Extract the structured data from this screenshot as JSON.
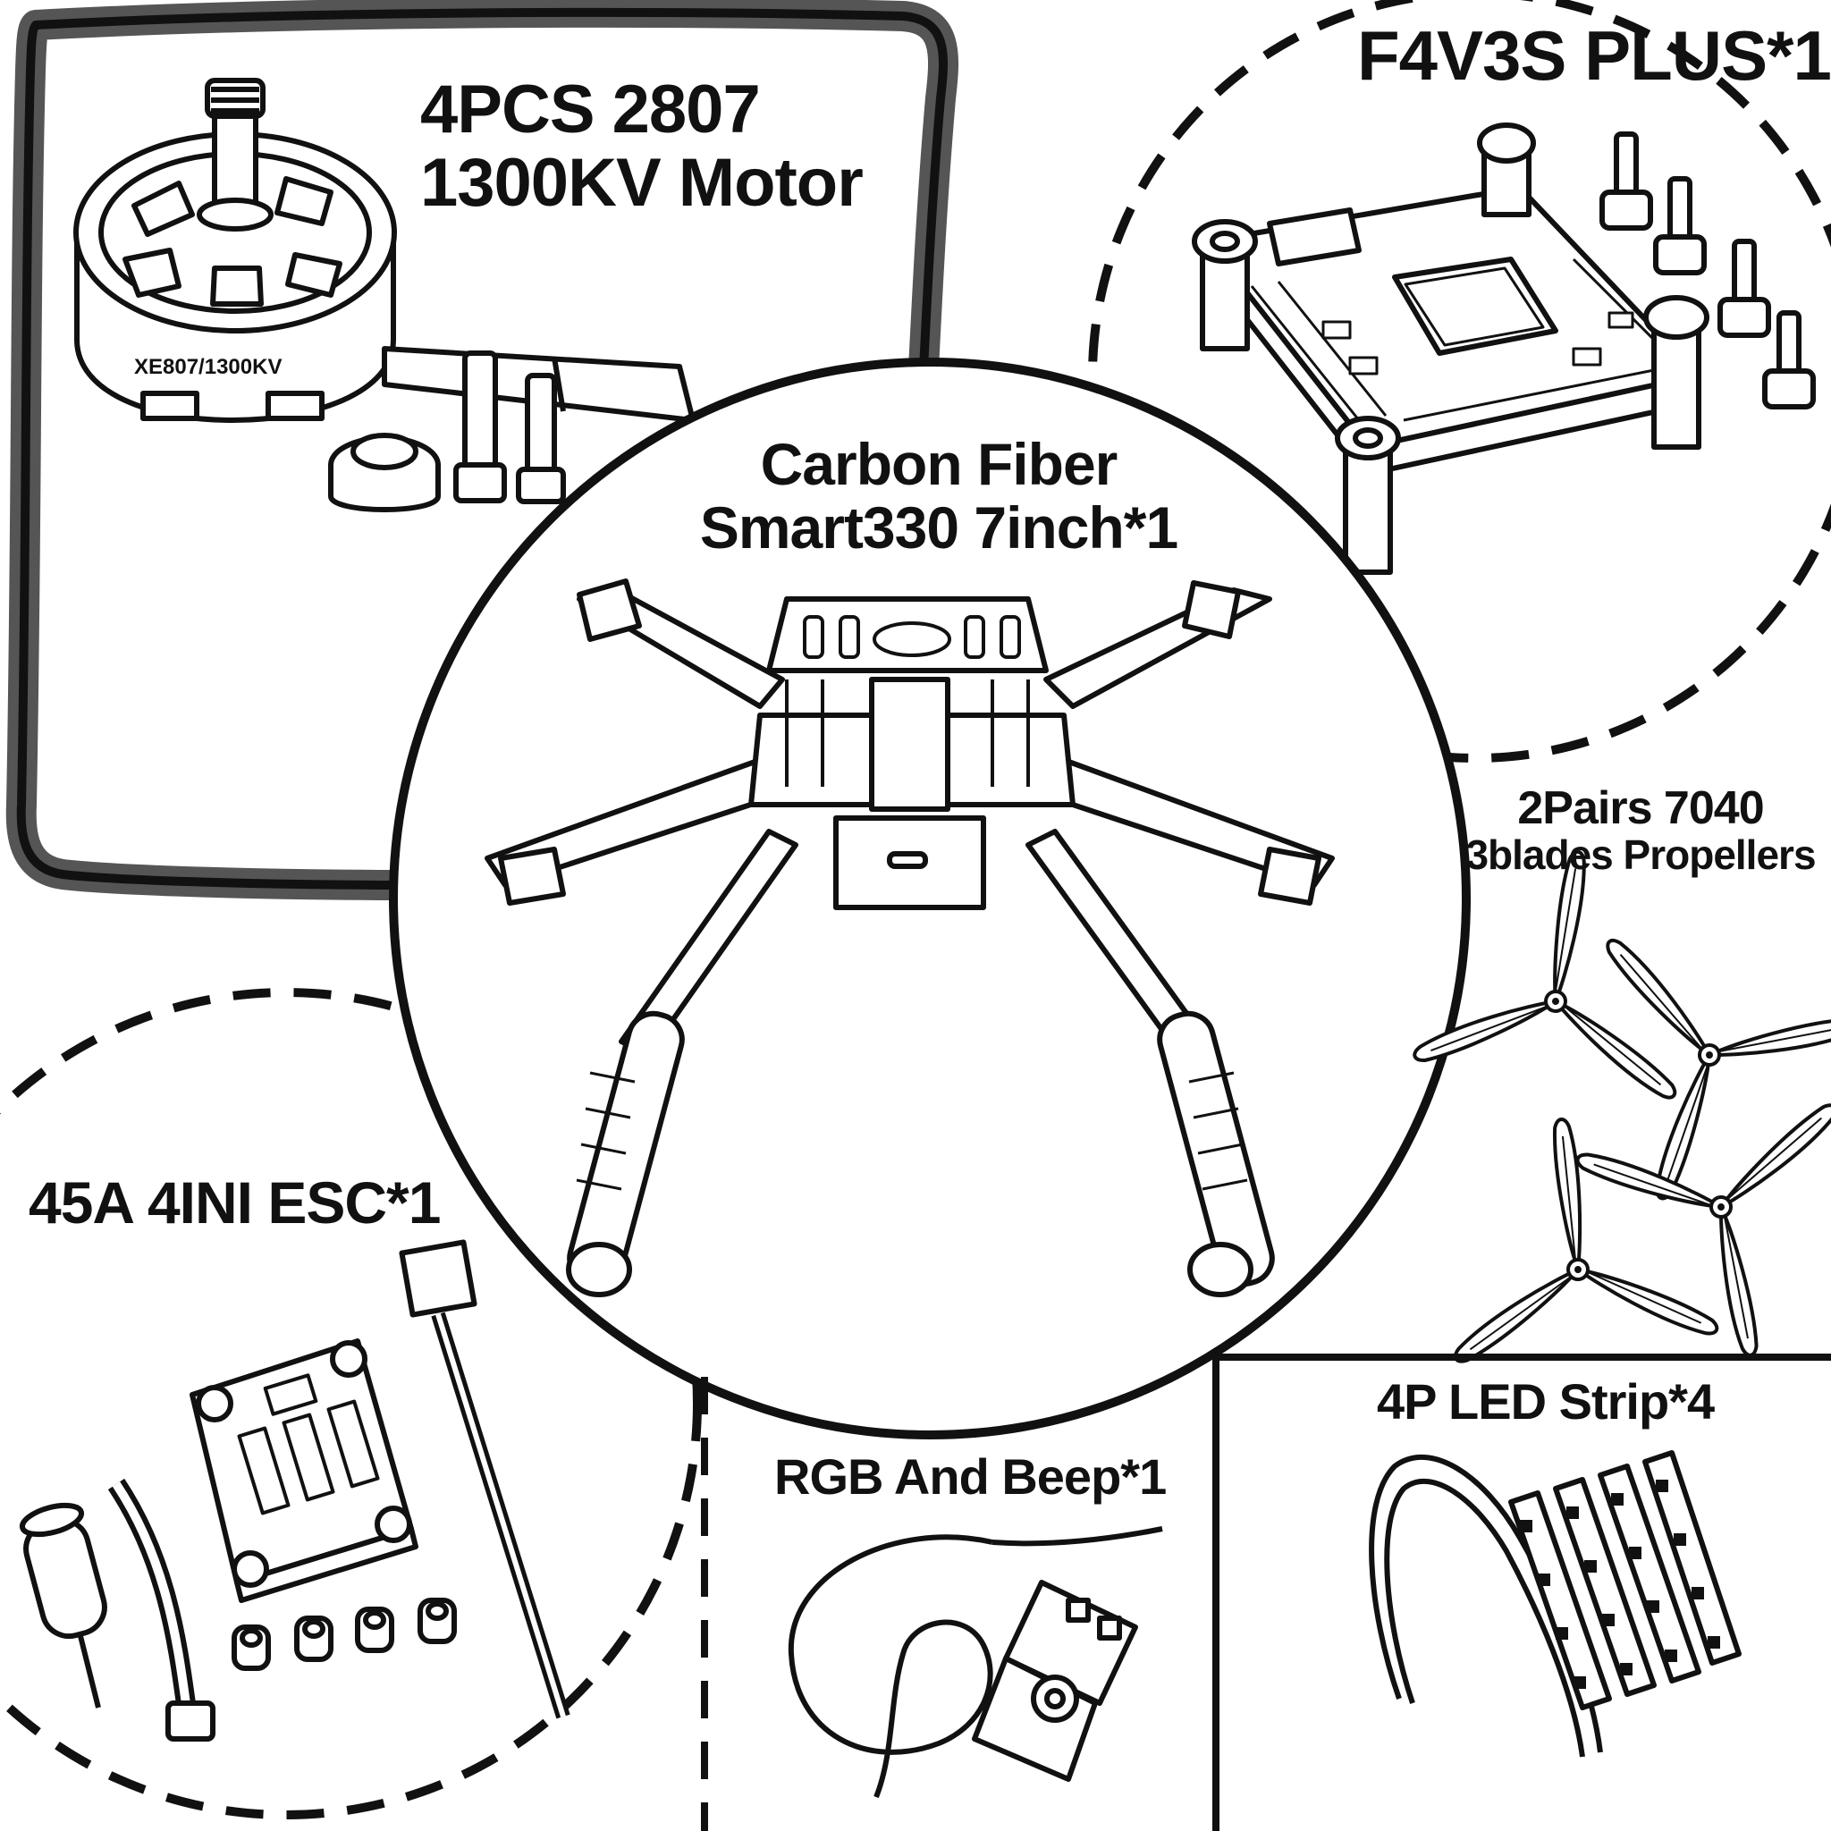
{
  "colors": {
    "ink": "#111111",
    "paper": "#ffffff",
    "frame_shadow": "#555555"
  },
  "panels": {
    "motor": {
      "title_line1": "4PCS 2807",
      "title_line2": "1300KV Motor",
      "icon": "brushless-motor-icon"
    },
    "flight_controller": {
      "title": "F4V3S PLUS*1",
      "icon": "flight-controller-board-icon"
    },
    "frame": {
      "title_line1": "Carbon Fiber",
      "title_line2": "Smart330 7inch*1",
      "icon": "quadcopter-frame-icon"
    },
    "propellers": {
      "title_line1": "2Pairs 7040",
      "title_line2": "3blades Propellers",
      "icon": "three-blade-propeller-icon"
    },
    "esc": {
      "title": "45A 4INI ESC*1",
      "icon": "esc-board-icon"
    },
    "rgb_beep": {
      "title": "RGB And Beep*1",
      "icon": "rgb-buzzer-module-icon"
    },
    "led_strip": {
      "title": "4P LED Strip*4",
      "icon": "led-strip-icon"
    }
  }
}
